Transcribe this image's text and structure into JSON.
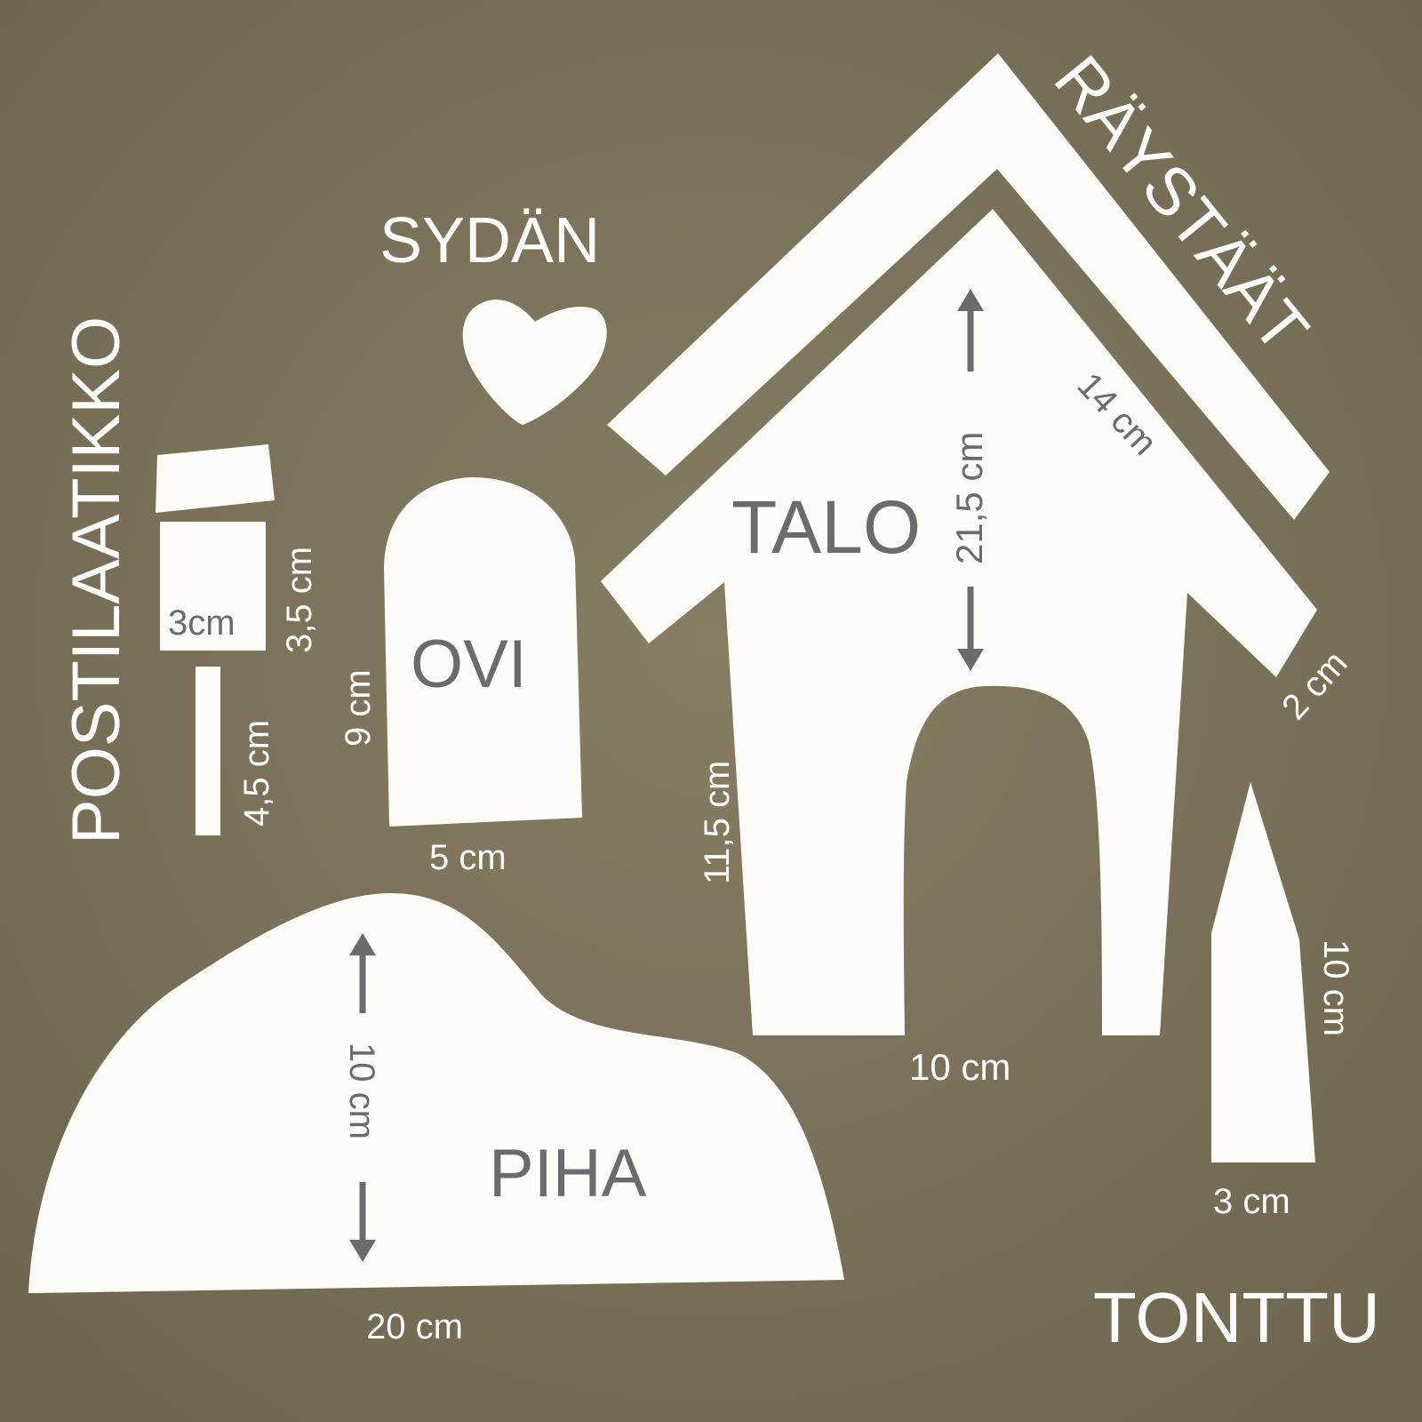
{
  "colors": {
    "background": "#7a7058",
    "background_light": "#8a8066",
    "piece": "#fdfcf8",
    "white_text": "#ffffff",
    "gray_text": "#6b6b6b"
  },
  "labels": {
    "postilaatikko": "POSTILAATIKKO",
    "sydan": "SYDÄN",
    "raystaat": "RÄYSTÄÄT",
    "talo": "TALO",
    "ovi": "OVI",
    "piha": "PIHA",
    "tonttu": "TONTTU"
  },
  "dimensions": {
    "mailbox_width": "3cm",
    "mailbox_height": "3,5 cm",
    "mailbox_post": "4,5 cm",
    "door_height": "9 cm",
    "door_width": "5 cm",
    "house_wall": "11,5 cm",
    "house_height": "21,5 cm",
    "house_width": "10 cm",
    "eaves_length": "14 cm",
    "eaves_width": "2 cm",
    "yard_height": "10 cm",
    "yard_width": "20 cm",
    "elf_height": "10 cm",
    "elf_width": "3 cm"
  },
  "icons": {
    "arrows": "double-headed-arrow-icon"
  }
}
